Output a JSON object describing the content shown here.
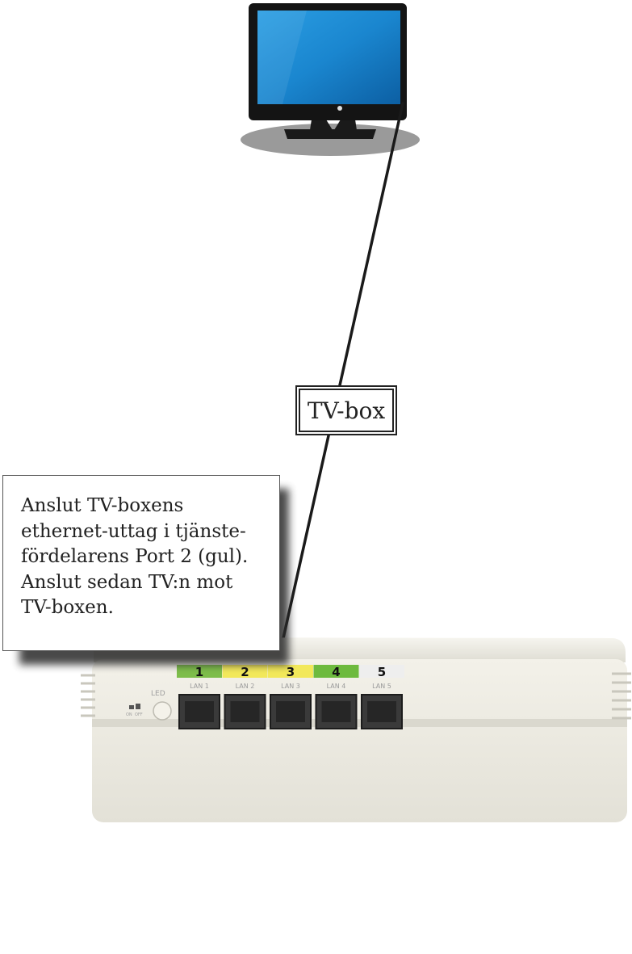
{
  "tvbox_label": "TV-box",
  "instruction": {
    "lines": [
      "Anslut TV-boxens",
      "ethernet-uttag i tjänste-",
      "fördelarens Port 2 (gul).",
      "Anslut sedan TV:n mot",
      "TV-boxen."
    ]
  },
  "router": {
    "led_label": "LED",
    "switch_on": "ON",
    "switch_off": "OFF",
    "ports": [
      {
        "number": "1",
        "lan": "LAN 1",
        "color": "#7dbd4a"
      },
      {
        "number": "2",
        "lan": "LAN 2",
        "color": "#f2e85a"
      },
      {
        "number": "3",
        "lan": "LAN 3",
        "color": "#f2e85a"
      },
      {
        "number": "4",
        "lan": "LAN 4",
        "color": "#6dba3e"
      },
      {
        "number": "5",
        "lan": "LAN 5",
        "color": "#eeeeee"
      }
    ]
  },
  "colors": {
    "cable": "#1a1a1a",
    "tv_screen": "#1e8fd6",
    "tv_bezel": "#141414",
    "router_body": "#ebe9e0"
  }
}
